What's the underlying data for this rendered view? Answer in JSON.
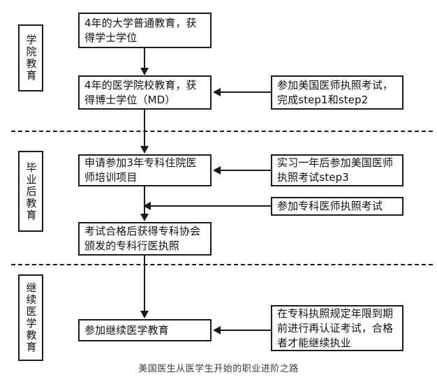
{
  "figure": {
    "caption": "美国医生从医学生开始的职业进阶之路"
  },
  "stages": [
    {
      "id": "undergraduate-medical-education",
      "label": "学院教育"
    },
    {
      "id": "graduate-medical-education",
      "label": "毕业后教育"
    },
    {
      "id": "continuing-medical-education",
      "label": "继续医学教育"
    }
  ],
  "main_nodes": [
    {
      "id": "college-education",
      "text": "4年的大学普通教育，获得学士学位"
    },
    {
      "id": "medical-school",
      "text": "4年的医学院校教育，获得博士学位（MD）"
    },
    {
      "id": "residency-application",
      "text": "申请参加3年专科住院医师培训项目"
    },
    {
      "id": "specialty-license",
      "text": "考试合格后获得专科协会颁发的专科行医执照"
    },
    {
      "id": "continuing-education",
      "text": "参加继续医学教育"
    }
  ],
  "side_nodes": [
    {
      "id": "usmle-step1-step2",
      "text": "参加美国医师执照考试，完成step1和step2"
    },
    {
      "id": "usmle-step3",
      "text": "实习一年后参加美国医师执照考试step3"
    },
    {
      "id": "specialty-board-exam",
      "text": "参加专科医师执照考试"
    },
    {
      "id": "recertification",
      "text": "在专科执照规定年限到期前进行再认证考试，合格者才能继续执业"
    }
  ],
  "colors": {
    "stroke": "#1a1a1a",
    "background": "#ffffff",
    "text": "#111111",
    "caption": "#3a3a3a"
  }
}
